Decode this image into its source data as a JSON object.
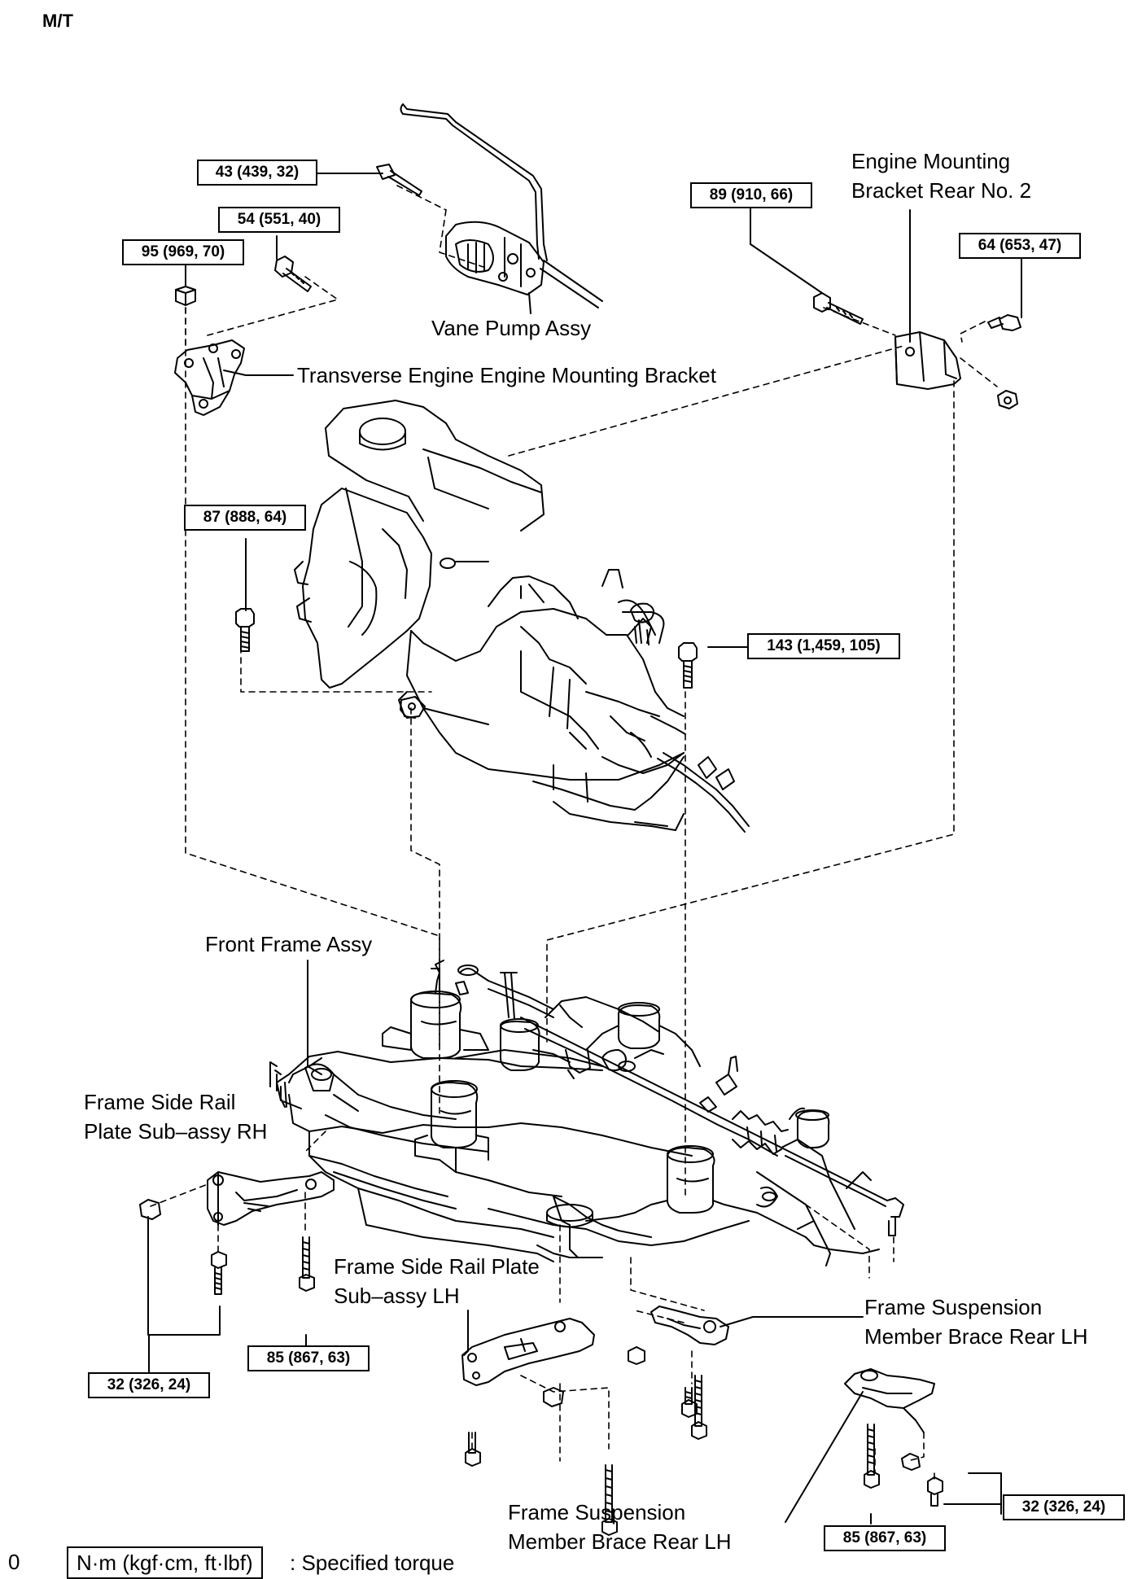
{
  "header": {
    "variant": "M/T"
  },
  "torques": {
    "vane_pump_bolt": "43 (439, 32)",
    "bracket_bolt_upper": "54 (551, 40)",
    "bracket_nut": "95 (969, 70)",
    "rear_bracket_bolt": "89 (910, 66)",
    "rear_bracket_nut": "64 (653, 47)",
    "engine_bolt_left": "87 (888, 64)",
    "transmission_bolt": "143 (1,459, 105)",
    "rh_plate_nut": "32 (326, 24)",
    "rh_plate_bolt": "85 (867, 63)",
    "lh_brace_nut": "32 (326, 24)",
    "lh_brace_bolt": "85 (867, 63)"
  },
  "labels": {
    "vane_pump": "Vane Pump Assy",
    "transverse_bracket": "Transverse Engine Engine Mounting Bracket",
    "rear_bracket": "Engine Mounting\nBracket Rear No. 2",
    "front_frame": "Front Frame Assy",
    "side_rail_rh": "Frame Side Rail\nPlate Sub–assy RH",
    "side_rail_lh": "Frame Side Rail Plate\nSub–assy LH",
    "brace_rear_lh_upper": "Frame Suspension\nMember Brace Rear LH",
    "brace_rear_lh_lower": "Frame Suspension\nMember Brace Rear LH"
  },
  "legend": {
    "unit": "N·m (kgf·cm, ft·lbf)",
    "desc": ": Specified torque",
    "corner": "0"
  }
}
